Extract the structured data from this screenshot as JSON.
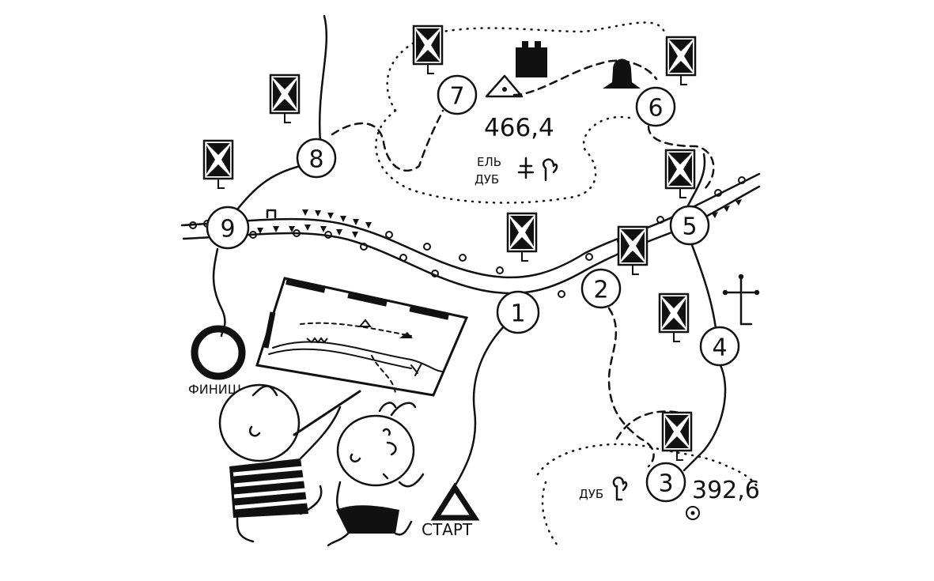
{
  "labels": {
    "start": "СТАРТ",
    "finish": "ФИНИШ",
    "height_top": "466,4",
    "height_bottom": "392,6",
    "tree_spruce": "ЕЛЬ",
    "tree_oak_top": "ДУБ",
    "tree_oak_bottom": "ДУБ"
  },
  "checkpoints": [
    "1",
    "2",
    "3",
    "4",
    "5",
    "6",
    "7",
    "8",
    "9"
  ]
}
